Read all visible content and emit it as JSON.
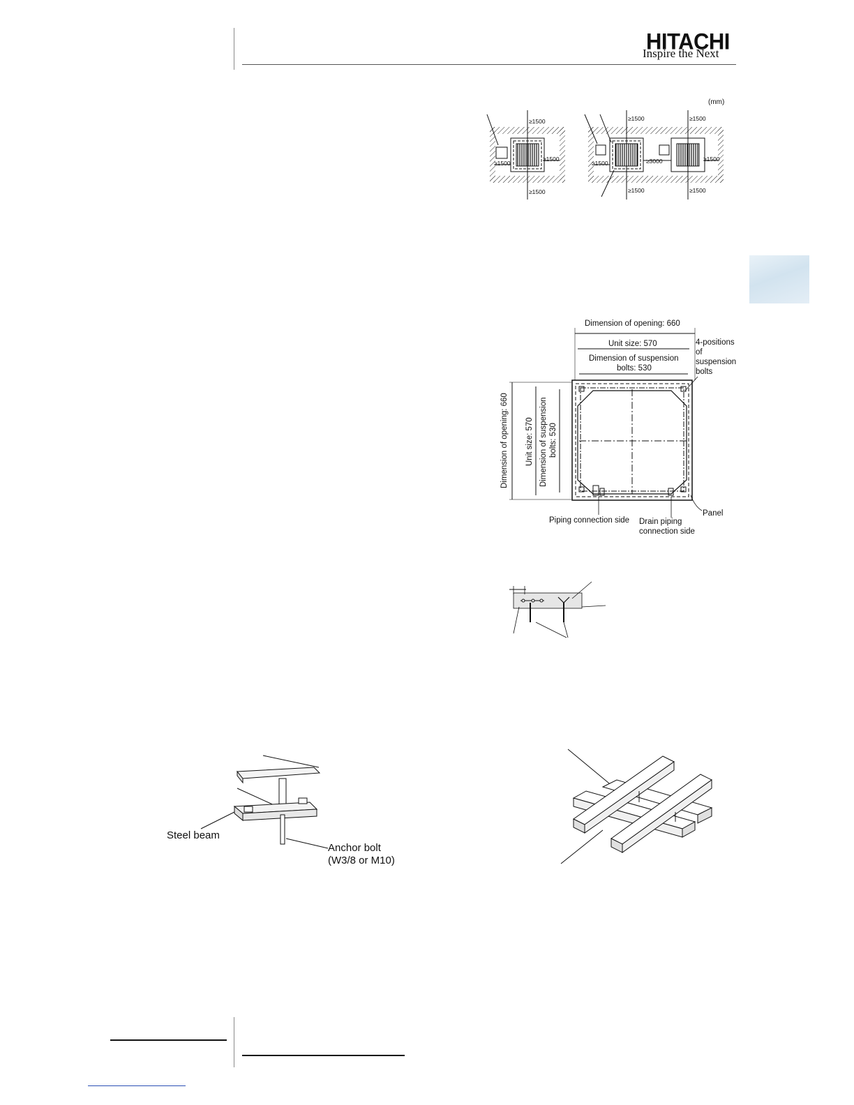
{
  "header": {
    "brand": "HITACHI",
    "tagline": "Inspire the Next"
  },
  "clearance_figure": {
    "unit": "(mm)",
    "left_top": "≥1500",
    "left_left": "≥1500",
    "left_right": "≥1500",
    "left_bottom": "≥1500",
    "right_top_a": "≥1500",
    "right_top_b": "≥1500",
    "right_left": "≥1500",
    "right_between": "≥3000",
    "right_right": "≥1500",
    "right_bottom_a": "≥1500",
    "right_bottom_b": "≥1500"
  },
  "opening_figure": {
    "opening_width": "Dimension of opening: 660",
    "unit_width": "Unit size: 570",
    "bolts_width_1": "Dimension of suspension",
    "bolts_width_2": "bolts: 530",
    "positions_1": "4-positions",
    "positions_2": "of",
    "positions_3": "suspension",
    "positions_4": "bolts",
    "opening_height": "Dimension of opening: 660",
    "unit_height": "Unit size: 570",
    "bolts_height_1": "Dimension of suspension",
    "bolts_height_2": "bolts: 530",
    "panel": "Panel",
    "piping_side": "Piping connection side",
    "drain_side_1": "Drain piping",
    "drain_side_2": "connection side"
  },
  "steel_beam_figure": {
    "steel_beam": "Steel beam",
    "anchor_bolt_1": "Anchor bolt",
    "anchor_bolt_2": "(W3/8 or M10)"
  }
}
